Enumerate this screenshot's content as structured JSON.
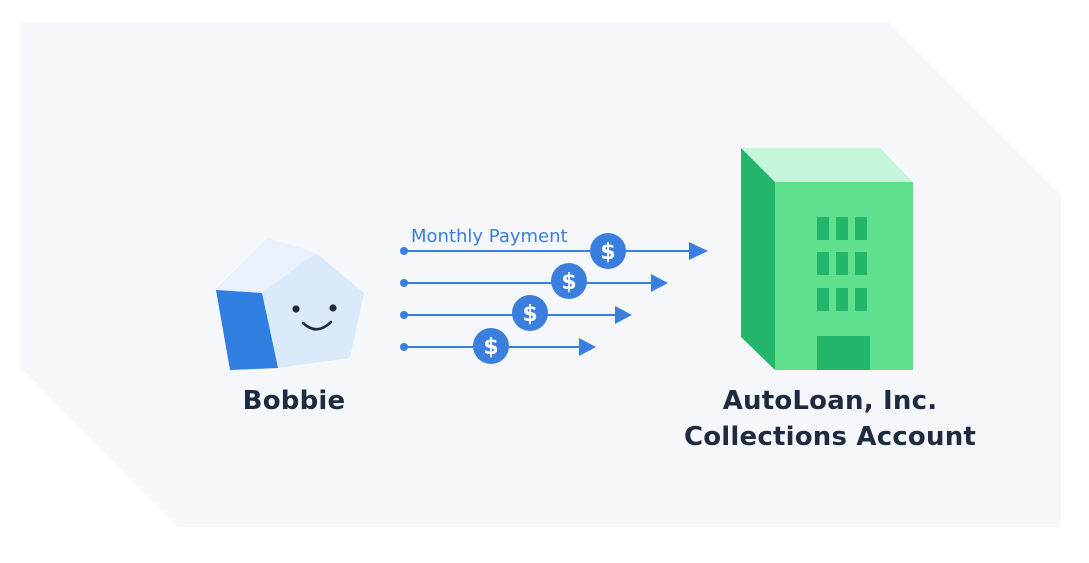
{
  "payer": {
    "name": "Bobbie"
  },
  "payee": {
    "name_line1": "AutoLoan, Inc.",
    "name_line2": "Collections Account"
  },
  "flow": {
    "label": "Monthly Payment",
    "payment_count": 4,
    "coin_symbol": "$"
  },
  "colors": {
    "background_panel": "#f5f7fb",
    "arrow_blue": "#3a7fde",
    "coin_blue": "#3a7fde",
    "building_front": "#5fe08f",
    "building_side": "#23b66a",
    "building_roof": "#c4f7d9",
    "character_light": "#dbeafb",
    "character_dark": "#2f7ee0",
    "text_dark": "#1f2a3f"
  }
}
